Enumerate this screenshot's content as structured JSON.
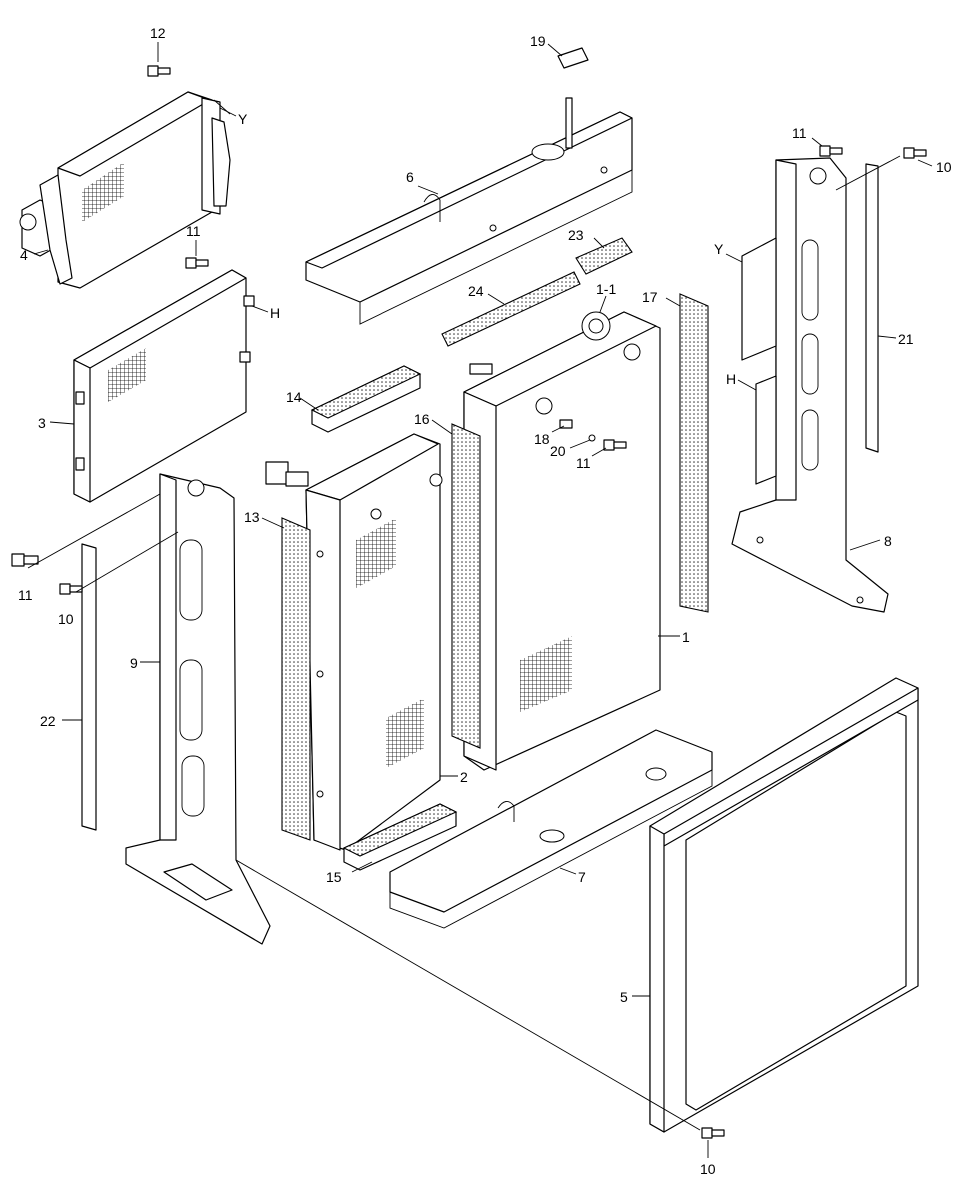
{
  "diagram": {
    "labels": [
      {
        "key": "p12",
        "text": "12"
      },
      {
        "key": "pY1",
        "text": "Y"
      },
      {
        "key": "p4",
        "text": "4"
      },
      {
        "key": "p11a",
        "text": "11"
      },
      {
        "key": "pH1",
        "text": "H"
      },
      {
        "key": "p3",
        "text": "3"
      },
      {
        "key": "p19",
        "text": "19"
      },
      {
        "key": "p6",
        "text": "6"
      },
      {
        "key": "p23",
        "text": "23"
      },
      {
        "key": "p24",
        "text": "24"
      },
      {
        "key": "p1_1",
        "text": "1-1"
      },
      {
        "key": "p17",
        "text": "17"
      },
      {
        "key": "p14",
        "text": "14"
      },
      {
        "key": "p16",
        "text": "16"
      },
      {
        "key": "p18",
        "text": "18"
      },
      {
        "key": "p20",
        "text": "20"
      },
      {
        "key": "p11b",
        "text": "11"
      },
      {
        "key": "p13",
        "text": "13"
      },
      {
        "key": "p11c",
        "text": "11"
      },
      {
        "key": "p10a",
        "text": "10"
      },
      {
        "key": "p9",
        "text": "9"
      },
      {
        "key": "p22",
        "text": "22"
      },
      {
        "key": "p1",
        "text": "1"
      },
      {
        "key": "p2",
        "text": "2"
      },
      {
        "key": "p15",
        "text": "15"
      },
      {
        "key": "p7",
        "text": "7"
      },
      {
        "key": "p11d",
        "text": "11"
      },
      {
        "key": "p10b",
        "text": "10"
      },
      {
        "key": "pY2",
        "text": "Y"
      },
      {
        "key": "p21",
        "text": "21"
      },
      {
        "key": "pH2",
        "text": "H"
      },
      {
        "key": "p8",
        "text": "8"
      },
      {
        "key": "p5",
        "text": "5"
      },
      {
        "key": "p10c",
        "text": "10"
      }
    ]
  }
}
